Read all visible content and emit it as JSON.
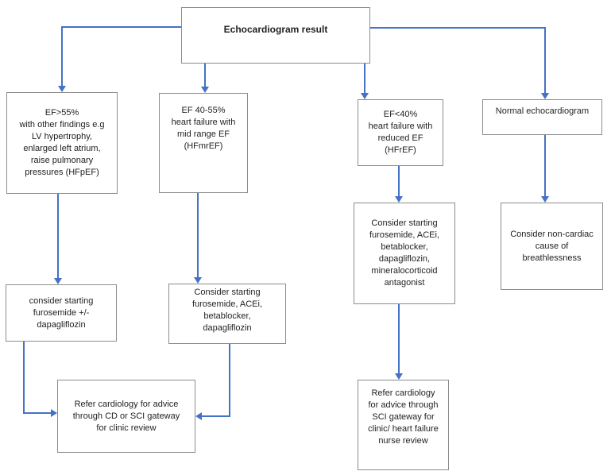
{
  "diagram": {
    "accent_color": "#4472c4",
    "box_border_color": "#8c8c8c",
    "nodes": {
      "root": {
        "label": "Echocardiogram result"
      },
      "hfpef": {
        "label": "EF>55%\nwith other findings e.g\nLV hypertrophy,\nenlarged left atrium,\nraise pulmonary\npressures (HFpEF)"
      },
      "hfmref": {
        "label": "EF 40-55%\nheart failure with\nmid range EF\n(HFmrEF)"
      },
      "hfref": {
        "label": "EF<40%\nheart failure with\nreduced EF\n(HFrEF)"
      },
      "normal": {
        "label": "Normal echocardiogram"
      },
      "rx_hfpef": {
        "label": "consider starting\nfurosemide +/-\ndapagliflozin"
      },
      "rx_hfmref": {
        "label": "Consider starting\nfurosemide, ACEi,\nbetablocker,\ndapagliflozin"
      },
      "rx_hfref": {
        "label": "Consider starting\nfurosemide, ACEi,\nbetablocker,\ndapagliflozin,\nmineralocorticoid\nantagonist"
      },
      "noncardiac": {
        "label": "Consider non-cardiac\ncause of\nbreathlessness"
      },
      "refer_clinic": {
        "label": "Refer cardiology for advice\nthrough CD or SCI gateway\nfor clinic review"
      },
      "refer_hf": {
        "label": "Refer cardiology\nfor advice through\nSCI gateway for\nclinic/ heart failure\nnurse review"
      }
    },
    "edges": [
      {
        "from": "root",
        "to": "hfpef"
      },
      {
        "from": "root",
        "to": "hfmref"
      },
      {
        "from": "root",
        "to": "hfref"
      },
      {
        "from": "root",
        "to": "normal"
      },
      {
        "from": "hfpef",
        "to": "rx_hfpef"
      },
      {
        "from": "hfmref",
        "to": "rx_hfmref"
      },
      {
        "from": "hfref",
        "to": "rx_hfref"
      },
      {
        "from": "normal",
        "to": "noncardiac"
      },
      {
        "from": "rx_hfpef",
        "to": "refer_clinic"
      },
      {
        "from": "rx_hfmref",
        "to": "refer_clinic"
      },
      {
        "from": "rx_hfref",
        "to": "refer_hf"
      }
    ]
  }
}
